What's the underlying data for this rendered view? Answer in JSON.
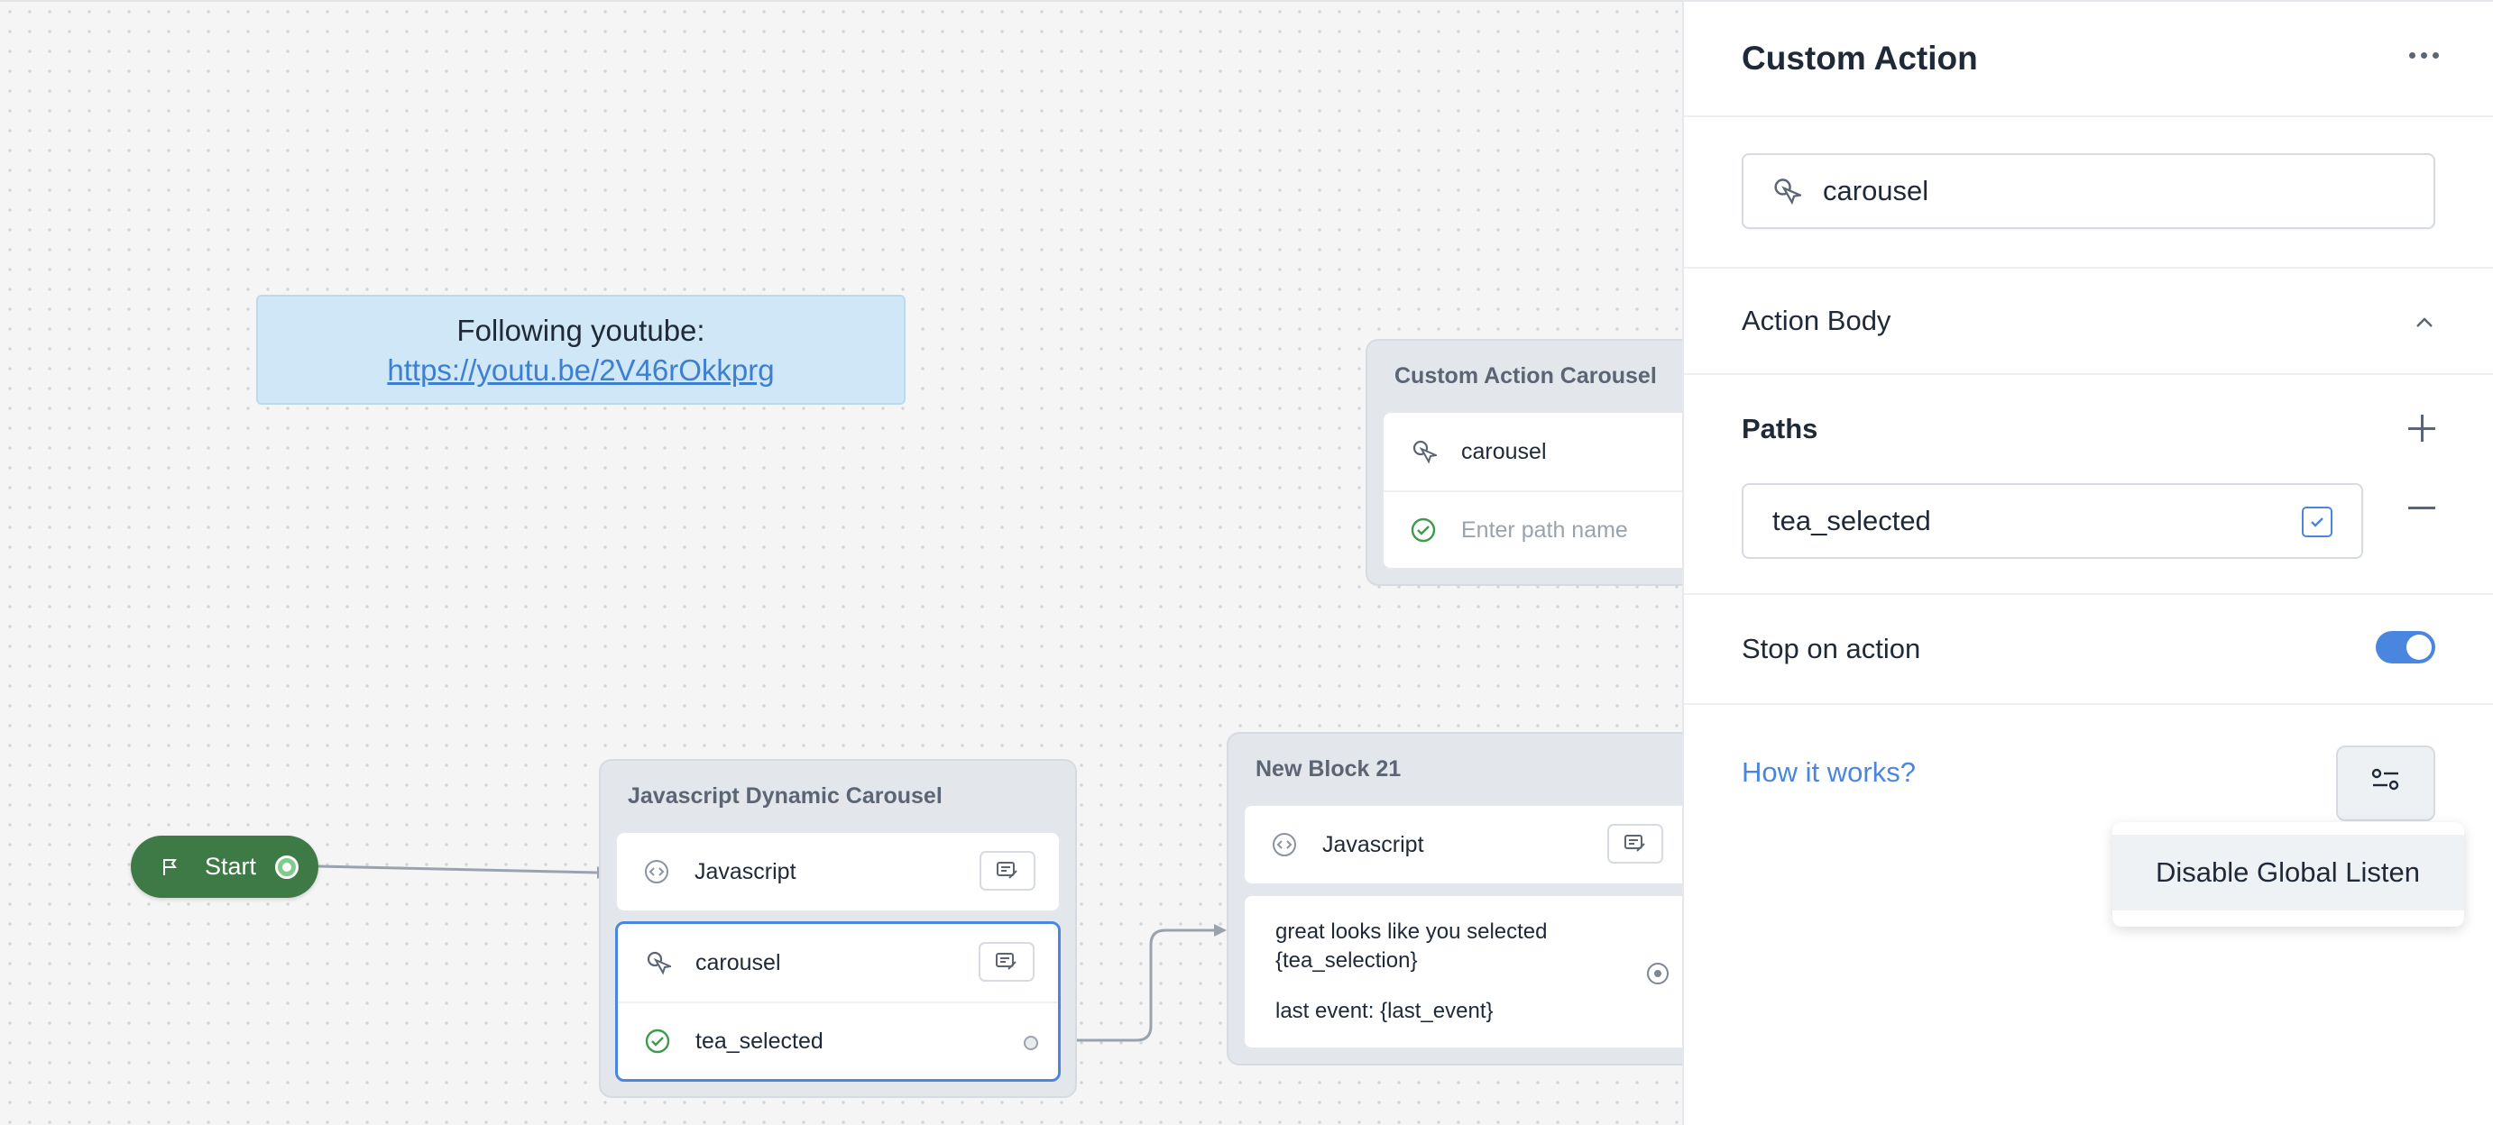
{
  "note": {
    "line1": "Following youtube:",
    "link": "https://youtu.be/2V46rOkkprg"
  },
  "start": {
    "label": "Start"
  },
  "blocks": {
    "custom_action_carousel": {
      "title": "Custom Action Carousel",
      "action": "carousel",
      "path_placeholder": "Enter path name"
    },
    "javascript_dynamic_carousel": {
      "title": "Javascript Dynamic Carousel",
      "step1": "Javascript",
      "step2": "carousel",
      "path": "tea_selected"
    },
    "new_block_21": {
      "title": "New Block 21",
      "step1": "Javascript",
      "text_line1": "great looks like you selected",
      "text_line2": "{tea_selection}",
      "text_line3": "last event: {last_event}"
    }
  },
  "panel": {
    "title": "Custom Action",
    "action_name": "carousel",
    "action_body": "Action Body",
    "paths_label": "Paths",
    "path_value": "tea_selected",
    "stop_on_action": "Stop on action",
    "stop_on_action_enabled": true,
    "how_it_works": "How it works?",
    "menu_item": "Disable Global Listen"
  },
  "colors": {
    "accent": "#4a86e0",
    "start": "#3e7a45",
    "note_bg": "#cfe7f6"
  },
  "icons": [
    "flag-icon",
    "pointer-icon",
    "code-icon",
    "edit-icon",
    "check-circle-icon",
    "chevron-up-icon",
    "more-icon",
    "plus-icon",
    "minus-icon",
    "checkbox-icon",
    "filter-settings-icon"
  ]
}
